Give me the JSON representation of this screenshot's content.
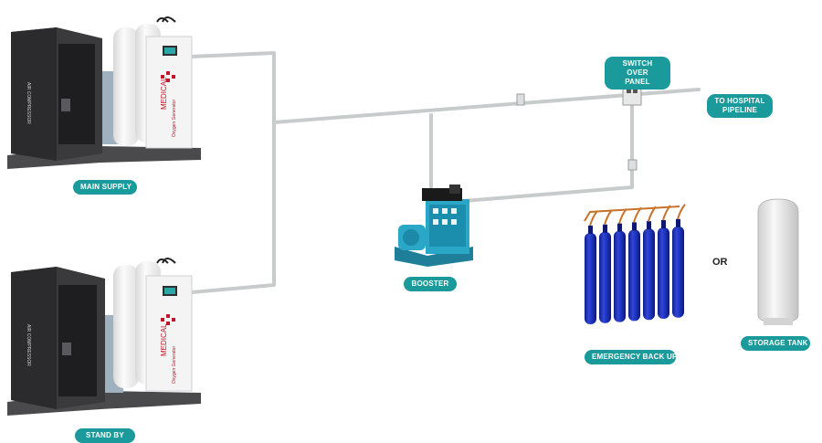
{
  "labels": {
    "main_supply": "MAIN SUPPLY",
    "stand_by": "STAND BY",
    "booster": "BOOSTER",
    "switch_over_panel_line1": "SWITCH OVER",
    "switch_over_panel_line2": "PANEL",
    "to_hospital_line1": "TO HOSPITAL",
    "to_hospital_line2": "PIPELINE",
    "emergency_back_up": "EMERGENCY BACK UP",
    "or": "OR",
    "storage_tank": "STORAGE TANK"
  },
  "machine": {
    "compressor_text": "AIR COMPRESSOR",
    "generator_text_1": "MEDICAL",
    "generator_text_2": "Oxygen Generator"
  },
  "cylinders": {
    "count": 7
  },
  "colors": {
    "label_bg": "#1a9a9a",
    "pipe": "#c8cbcc",
    "cylinder_blue": "#1b2fb5",
    "booster_teal": "#2aa7c7",
    "compressor_dark": "#3a3a3c",
    "generator_white": "#f1f1f1",
    "tank_white": "#eeeeee"
  }
}
